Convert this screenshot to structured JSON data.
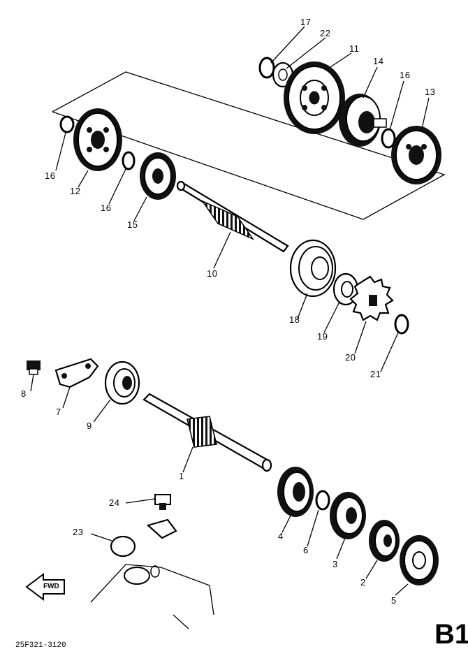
{
  "drawing": {
    "part_code": "25F321-3120",
    "section_code": "B1",
    "direction_label": "FWD"
  },
  "callouts": {
    "c1": "1",
    "c2": "2",
    "c3": "3",
    "c4": "4",
    "c5": "5",
    "c6": "6",
    "c7": "7",
    "c8": "8",
    "c9": "9",
    "c10": "10",
    "c11": "11",
    "c12": "12",
    "c13": "13",
    "c14": "14",
    "c15": "15",
    "c16a": "16",
    "c16b": "16",
    "c16c": "16",
    "c17": "17",
    "c18": "18",
    "c19": "19",
    "c20": "20",
    "c21": "21",
    "c22": "22",
    "c23": "23",
    "c24": "24"
  }
}
